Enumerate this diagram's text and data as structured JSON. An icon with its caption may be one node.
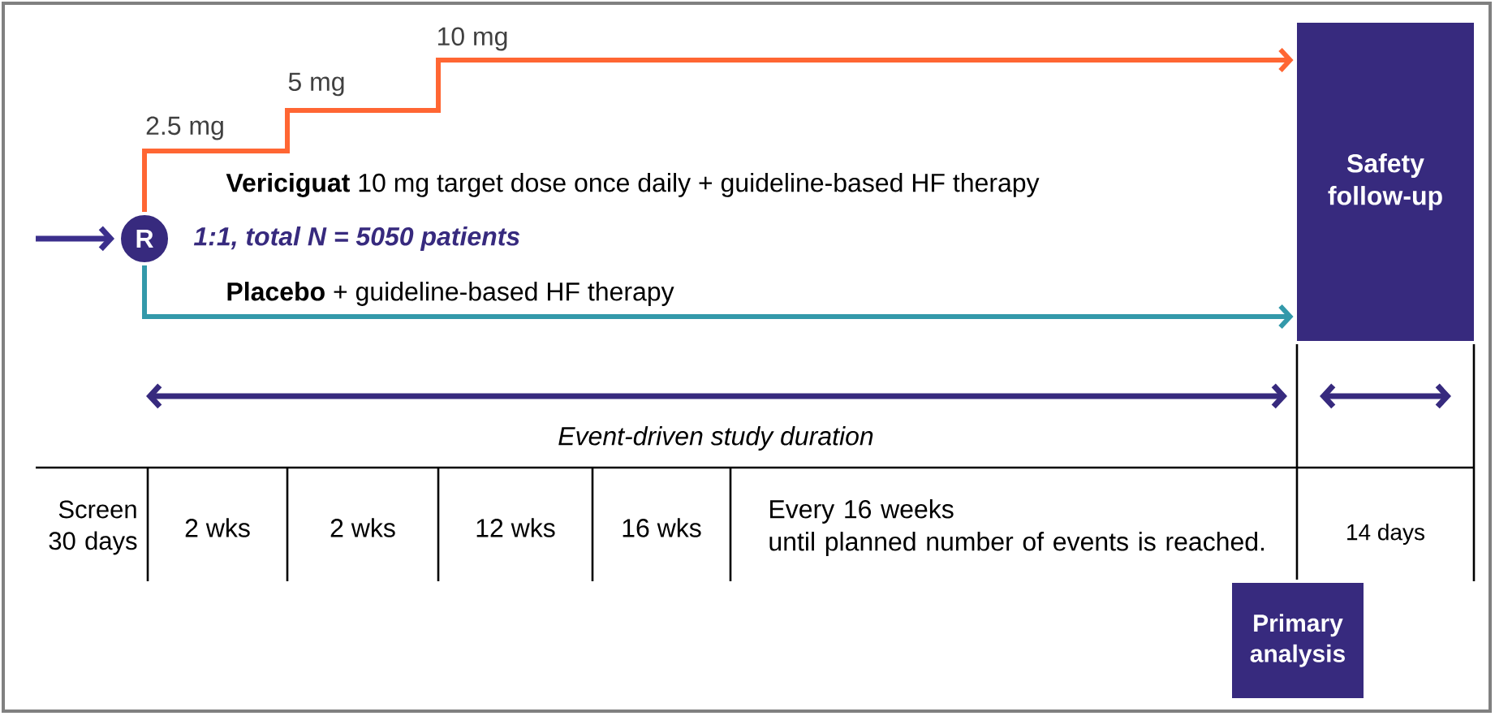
{
  "diagram": {
    "nodes": [
      {
        "text": [
          "R"
        ]
      },
      {
        "text": [
          "Safety follow-up"
        ]
      },
      {
        "text": [
          "Primary analysis"
        ]
      }
    ],
    "edges": [
      {
        "from": null,
        "to": 0,
        "arrow": "to",
        "color": "#3b2f8c"
      },
      {
        "from": 0,
        "to": 1,
        "arrow": "to",
        "color": "#ff6633"
      },
      {
        "from": 0,
        "to": 1,
        "arrow": "to",
        "color": "#3399aa"
      }
    ],
    "labels": [
      "10 mg",
      "5 mg",
      "2.5 mg",
      "**Vericiguat** 10 mg target dose once daily + guideline-based HF therapy",
      "1:1, total N = 5050 patients",
      "**Placebo** + guideline-based HF therapy",
      "Event-driven study duration",
      "Screen 30 days",
      "2 wks",
      "2 wks",
      "12 wks",
      "16 wks",
      "Every 16 weeks until planned number of events is reached.",
      "14 days"
    ]
  }
}
